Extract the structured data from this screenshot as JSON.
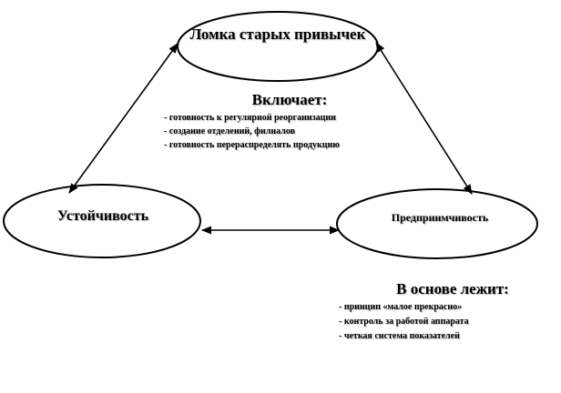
{
  "nodes": {
    "top": "Ломка старых привычек",
    "left": "Устойчивость",
    "right": "Предприимчивость"
  },
  "includes": {
    "title": "Включает:",
    "items": [
      "- готовность к регулярной реорганизации",
      "- создание отделений, филиалов",
      "- готовность перераспределять продукцию"
    ]
  },
  "basis": {
    "title": "В основе лежит:",
    "items": [
      "- принцип «малое прекрасно»",
      "- контроль за работой аппарата",
      "- четкая система показателей"
    ]
  }
}
